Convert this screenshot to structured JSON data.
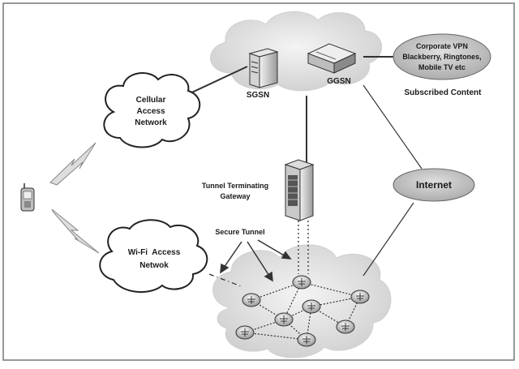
{
  "labels": {
    "sgsn": "SGSN",
    "ggsn": "GGSN",
    "cellular": [
      "Cellular",
      "Access",
      "Network"
    ],
    "wifi": [
      "Wi-Fi  Access",
      "Netwok"
    ],
    "tunnel_gateway": [
      "Tunnel Terminating",
      "Gateway"
    ],
    "secure_tunnel": "Secure Tunnel",
    "internet": "Internet",
    "content_lines": [
      "Corporate VPN",
      "Blackberry, Ringtones,",
      "Mobile TV etc"
    ],
    "subscribed_content": "Subscribed Content"
  },
  "colors": {
    "line": "#333333",
    "cloud_fill": "#e6e6e6",
    "ellipse_fill": "#c8c8c8"
  },
  "icons": {
    "phone": "mobile-phone-icon",
    "server": "server-icon",
    "router": "router-icon",
    "gateway": "gateway-tower-icon",
    "wireless": "lightning-bolt-icon"
  }
}
